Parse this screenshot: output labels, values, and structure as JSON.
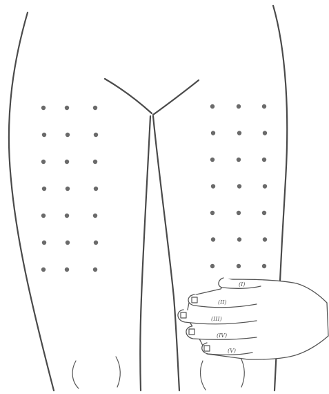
{
  "figure": {
    "description_visible_text": "",
    "colors": {
      "line": "#4a4a4a",
      "dot": "#6a6a6a",
      "background": "#ffffff"
    },
    "dot_grids": [
      {
        "side": "left",
        "rows": 7,
        "columns": 3
      },
      {
        "side": "right",
        "rows": 7,
        "columns": 3
      }
    ],
    "finger_marks": [
      "(I)",
      "(II)",
      "(III)",
      "(IV)",
      "(V)"
    ]
  }
}
